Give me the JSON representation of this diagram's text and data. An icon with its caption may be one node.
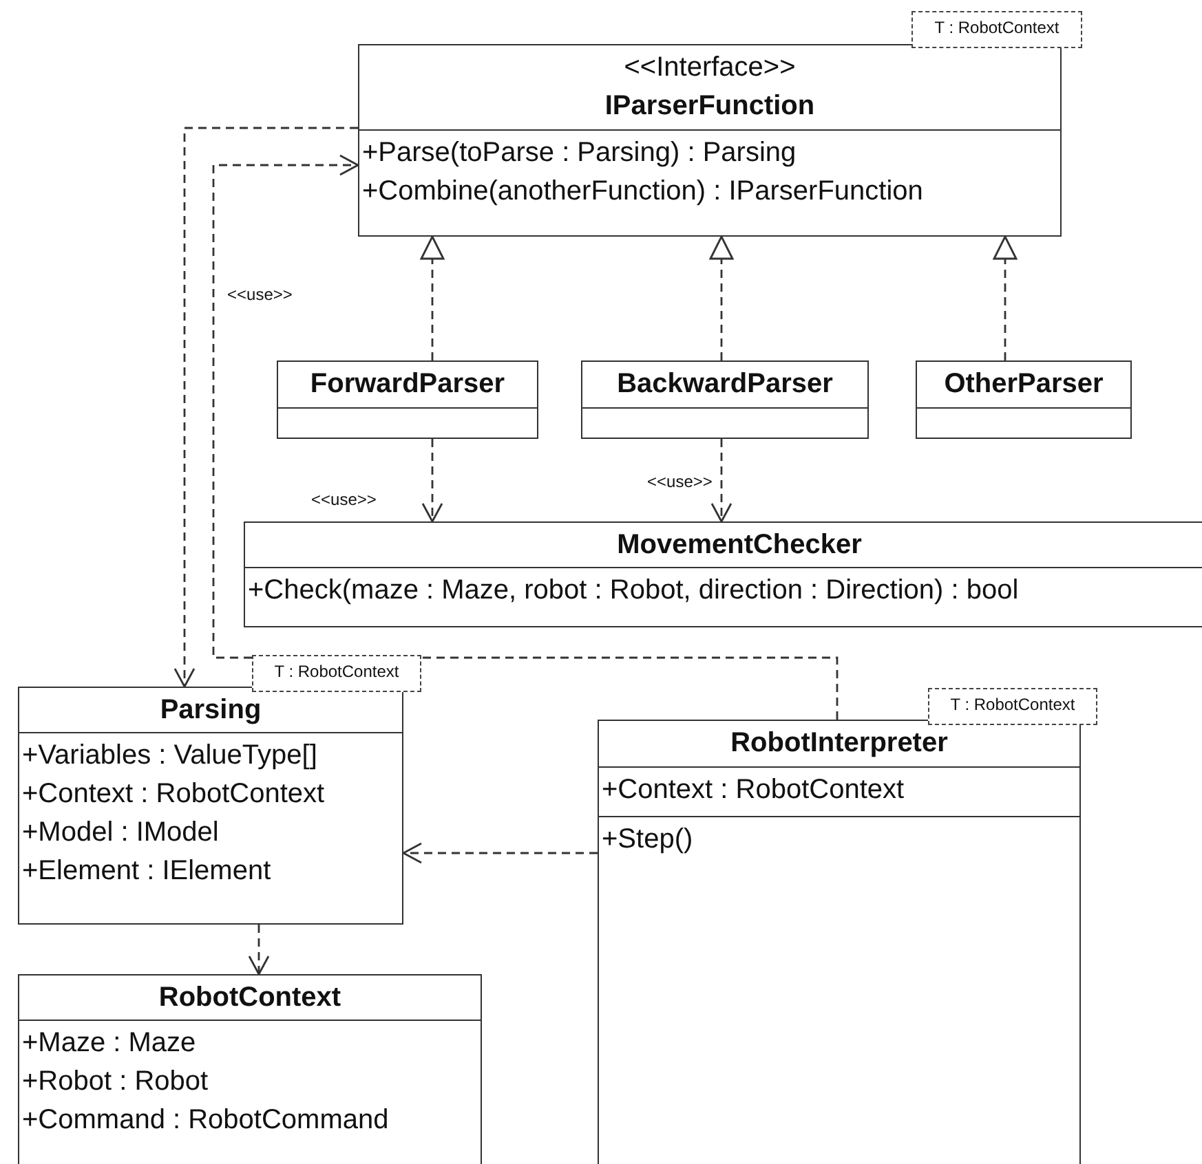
{
  "diagram": {
    "nodes": [
      {
        "text": [
          "<<Interface>>",
          "IParserFunction",
          "+Parse(toParse : Parsing) : Parsing",
          "+Combine(anotherFunction) : IParserFunction"
        ]
      },
      {
        "text": [
          "T : RobotContext"
        ]
      },
      {
        "text": [
          "ForwardParser"
        ]
      },
      {
        "text": [
          "BackwardParser"
        ]
      },
      {
        "text": [
          "OtherParser"
        ]
      },
      {
        "text": [
          "MovementChecker",
          "+Check(maze : Maze, robot : Robot, direction : Direction) : bool"
        ]
      },
      {
        "text": [
          "Parsing",
          "+Variables : ValueType[]",
          "+Context : RobotContext",
          "+Model : IModel",
          "+Element : IElement"
        ]
      },
      {
        "text": [
          "T : RobotContext"
        ]
      },
      {
        "text": [
          "RobotInterpreter",
          "+Context : RobotContext",
          "+Step()"
        ]
      },
      {
        "text": [
          "T : RobotContext"
        ]
      },
      {
        "text": [
          "RobotContext",
          "+Maze : Maze",
          "+Robot : Robot",
          "+Command : RobotCommand"
        ]
      }
    ],
    "edges": [
      {
        "from": 2,
        "to": 0,
        "arrow": "to",
        "style": "dashed"
      },
      {
        "from": 3,
        "to": 0,
        "arrow": "to",
        "style": "dashed"
      },
      {
        "from": 4,
        "to": 0,
        "arrow": "to",
        "style": "dashed"
      },
      {
        "from": 0,
        "to": 6,
        "arrow": "to",
        "style": "dashed"
      },
      {
        "from": 8,
        "to": 0,
        "arrow": "to",
        "style": "dashed",
        "label": "<<use>>"
      },
      {
        "from": 2,
        "to": 5,
        "arrow": "to",
        "style": "dashed",
        "label": "<<use>>"
      },
      {
        "from": 3,
        "to": 5,
        "arrow": "to",
        "style": "dashed",
        "label": "<<use>>"
      },
      {
        "from": 8,
        "to": 6,
        "arrow": "to",
        "style": "dashed"
      },
      {
        "from": 6,
        "to": 10,
        "arrow": "to",
        "style": "dashed"
      }
    ]
  }
}
